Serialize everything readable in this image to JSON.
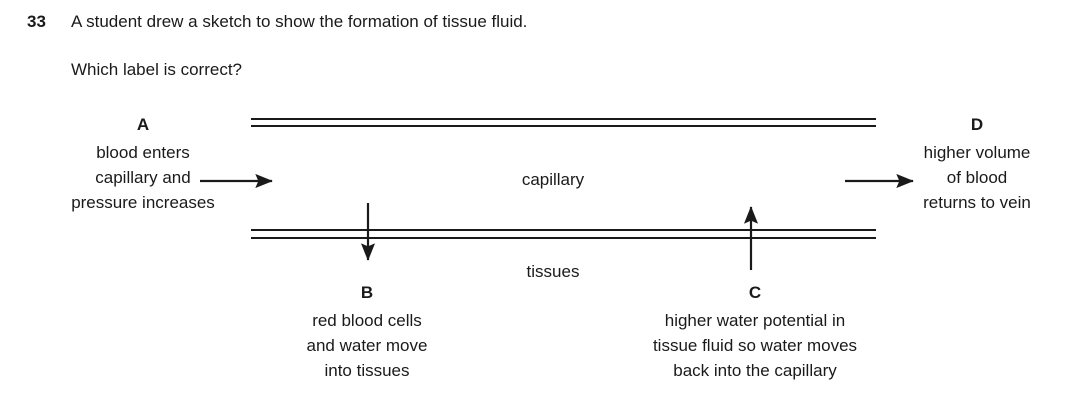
{
  "question": {
    "number": "33",
    "stem": "A student drew a sketch to show the formation of tissue fluid.",
    "prompt": "Which label is correct?"
  },
  "diagram": {
    "lumen_label": "capillary",
    "tissues_label": "tissues",
    "ink_color": "#1a1a1a",
    "background_color": "#ffffff",
    "labels": [
      {
        "letter": "A",
        "lines": [
          "blood enters",
          "capillary and",
          "pressure increases"
        ],
        "arrow": "arrow-right"
      },
      {
        "letter": "B",
        "lines": [
          "red blood cells",
          "and water move",
          "into tissues"
        ],
        "arrow": "arrow-down"
      },
      {
        "letter": "C",
        "lines": [
          "higher water potential in",
          "tissue fluid so water moves",
          "back into the capillary"
        ],
        "arrow": "arrow-up"
      },
      {
        "letter": "D",
        "lines": [
          "higher volume",
          "of blood",
          "returns to vein"
        ],
        "arrow": "arrow-right"
      }
    ]
  }
}
